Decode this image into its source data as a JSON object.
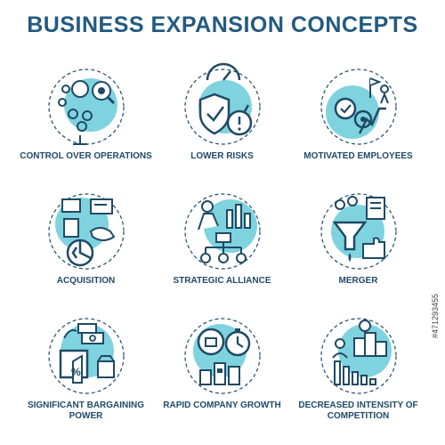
{
  "title": "BUSINESS EXPANSION CONCEPTS",
  "colors": {
    "accent": "#7fd3df",
    "stroke": "#1f4a66",
    "title": "#235a80"
  },
  "concepts": [
    {
      "label": "CONTROL OVER OPERATIONS",
      "icon": "control-operations-icon"
    },
    {
      "label": "LOWER RISKS",
      "icon": "lower-risks-icon"
    },
    {
      "label": "MOTIVATED EMPLOYEES",
      "icon": "motivated-employees-icon"
    },
    {
      "label": "ACQUISITION",
      "icon": "acquisition-icon"
    },
    {
      "label": "STRATEGIC ALLIANCE",
      "icon": "strategic-alliance-icon"
    },
    {
      "label": "MERGER",
      "icon": "merger-icon"
    },
    {
      "label": "SIGNIFICANT BARGAINING POWER",
      "icon": "bargaining-power-icon"
    },
    {
      "label": "RAPID COMPANY GROWTH",
      "icon": "rapid-growth-icon"
    },
    {
      "label": "DECREASED INTENSITY OF COMPETITION",
      "icon": "decreased-competition-icon"
    }
  ],
  "stock_id": "#471293455"
}
